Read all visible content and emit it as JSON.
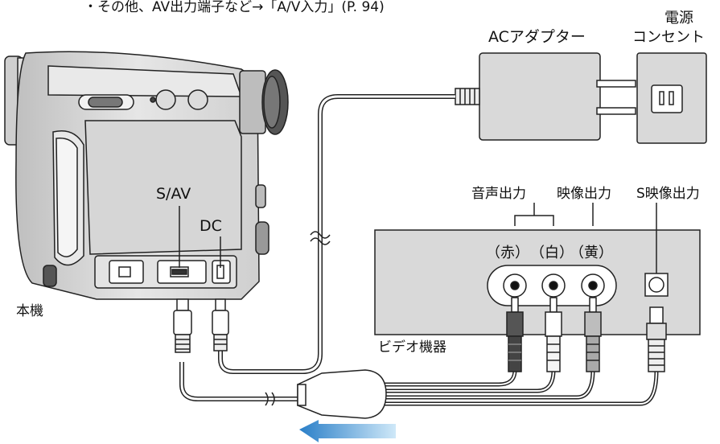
{
  "header": {
    "note": "・その他、AV出力端子など→「A/V入力」(P. 94)"
  },
  "labels": {
    "ac_adapter": "ACアダプター",
    "outlet_line1": "電源",
    "outlet_line2": "コンセント",
    "camera_sav": "S/AV",
    "camera_dc": "DC",
    "camera_body": "本機",
    "audio_out": "音声出力",
    "video_out": "映像出力",
    "s_video_out": "S映像出力",
    "red": "（赤）",
    "white": "（白）",
    "yellow": "（黄）",
    "video_device": "ビデオ機器"
  },
  "colors": {
    "line": "#222222",
    "panel_gray": "#d9d9d9",
    "arrow_blue": "#4aa3df"
  }
}
